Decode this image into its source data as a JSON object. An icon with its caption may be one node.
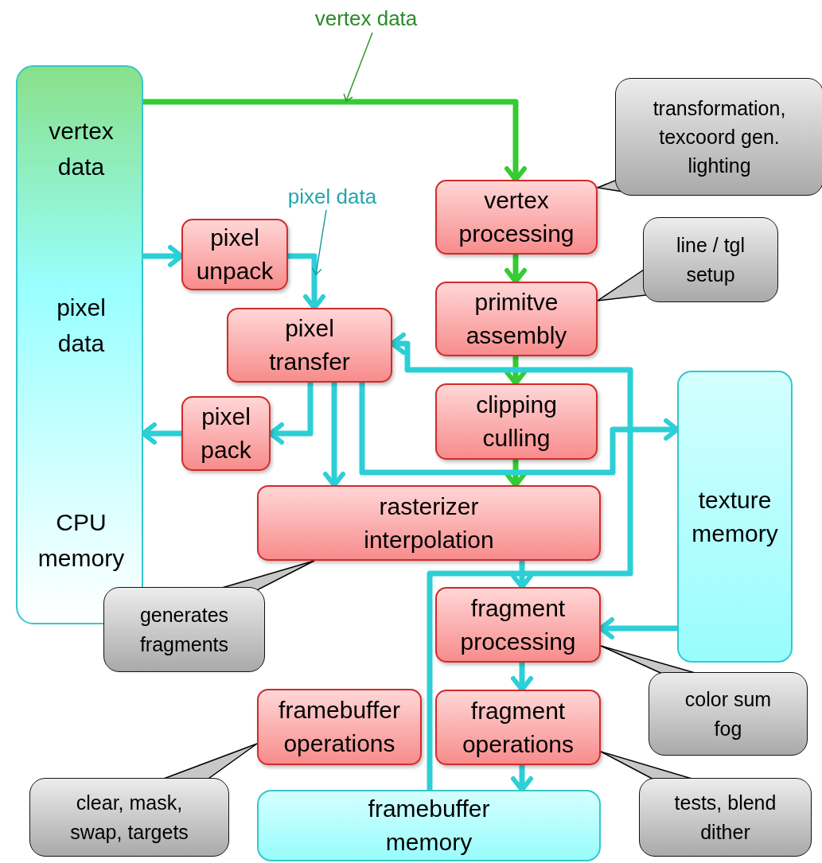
{
  "diagram": {
    "nodes": [
      {
        "text": [
          "vertex data",
          "pixel data",
          "CPU memory"
        ]
      },
      {
        "text": [
          "vertex processing"
        ]
      },
      {
        "text": [
          "primitve assembly"
        ]
      },
      {
        "text": [
          "clipping culling"
        ]
      },
      {
        "text": [
          "rasterizer interpolation"
        ]
      },
      {
        "text": [
          "fragment processing"
        ]
      },
      {
        "text": [
          "fragment operations"
        ]
      },
      {
        "text": [
          "framebuffer operations"
        ]
      },
      {
        "text": [
          "framebuffer memory"
        ]
      },
      {
        "text": [
          "texture memory"
        ]
      },
      {
        "text": [
          "pixel unpack"
        ]
      },
      {
        "text": [
          "pixel transfer"
        ]
      },
      {
        "text": [
          "pixel pack"
        ]
      },
      {
        "text": [
          "transformation, texcoord gen. lighting"
        ]
      },
      {
        "text": [
          "line / tgl setup"
        ]
      },
      {
        "text": [
          "generates fragments"
        ]
      },
      {
        "text": [
          "color sum fog"
        ]
      },
      {
        "text": [
          "clear, mask, swap, targets"
        ]
      },
      {
        "text": [
          "tests, blend dither"
        ]
      },
      {
        "text": [
          "vertex data"
        ]
      },
      {
        "text": [
          "pixel data"
        ]
      }
    ],
    "edges": [
      {
        "from": 0,
        "to": 1,
        "arrow": "to",
        "color": "#33cc33"
      },
      {
        "from": 1,
        "to": 2,
        "arrow": "to",
        "color": "#33cc33"
      },
      {
        "from": 2,
        "to": 3,
        "arrow": "to",
        "color": "#33cc33"
      },
      {
        "from": 3,
        "to": 4,
        "arrow": "to",
        "color": "#33cc33"
      },
      {
        "from": 0,
        "to": 10,
        "arrow": "to"
      },
      {
        "from": 10,
        "to": 11,
        "arrow": "to"
      },
      {
        "from": 11,
        "to": 12,
        "arrow": "to"
      },
      {
        "from": 12,
        "to": 0,
        "arrow": "to"
      },
      {
        "from": 11,
        "to": 4,
        "arrow": "to"
      },
      {
        "from": 11,
        "to": 9,
        "arrow": "to"
      },
      {
        "from": 8,
        "to": 11,
        "arrow": "to"
      },
      {
        "from": 4,
        "to": 5,
        "arrow": "to"
      },
      {
        "from": 5,
        "to": 6,
        "arrow": "to"
      },
      {
        "from": 6,
        "to": 8,
        "arrow": "to"
      },
      {
        "from": 9,
        "to": 5,
        "arrow": "to"
      },
      {
        "from": 13,
        "to": 1,
        "arrow": "none",
        "color": "#000000"
      },
      {
        "from": 14,
        "to": 2,
        "arrow": "none",
        "color": "#000000"
      },
      {
        "from": 15,
        "to": 4,
        "arrow": "none",
        "color": "#000000"
      },
      {
        "from": 16,
        "to": 5,
        "arrow": "none",
        "color": "#000000"
      },
      {
        "from": 17,
        "to": 7,
        "arrow": "none",
        "color": "#000000"
      },
      {
        "from": 18,
        "to": 6,
        "arrow": "none",
        "color": "#000000"
      },
      {
        "from": 19,
        "to": null,
        "arrow": "to",
        "color": "#2a9a2a"
      },
      {
        "from": 20,
        "to": null,
        "arrow": "to",
        "color": "#1f9aa0"
      }
    ]
  }
}
